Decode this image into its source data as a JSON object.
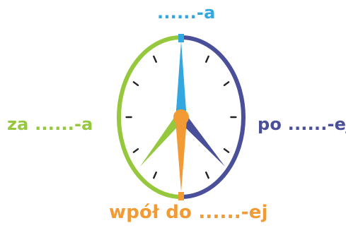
{
  "labels": {
    "top": "......-a",
    "left": "za ......-a",
    "right": "po ......-ej",
    "bottom": "wpół do ......-ej"
  },
  "colors": {
    "top": "#33a8e0",
    "left": "#95c83c",
    "right": "#4a4f9a",
    "bottom": "#f29a34",
    "ticks": "#222222"
  }
}
